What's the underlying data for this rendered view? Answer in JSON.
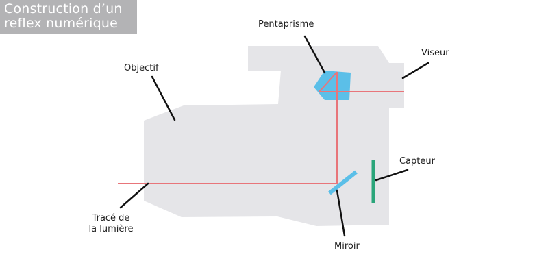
{
  "title": {
    "line1": "Construction d’un",
    "line2": "reflex numérique"
  },
  "labels": {
    "pentaprisme": "Pentaprisme",
    "viseur": "Viseur",
    "objectif": "Objectif",
    "capteur": "Capteur",
    "trace_line1": "Tracé de",
    "trace_line2": "la lumière",
    "miroir": "Miroir"
  },
  "colors": {
    "body": "#e5e5e8",
    "light_path": "#e8757a",
    "prism": "#5bbfe8",
    "sensor": "#2aa57a",
    "leader": "#111111",
    "title_bg": "#b3b3b5"
  }
}
